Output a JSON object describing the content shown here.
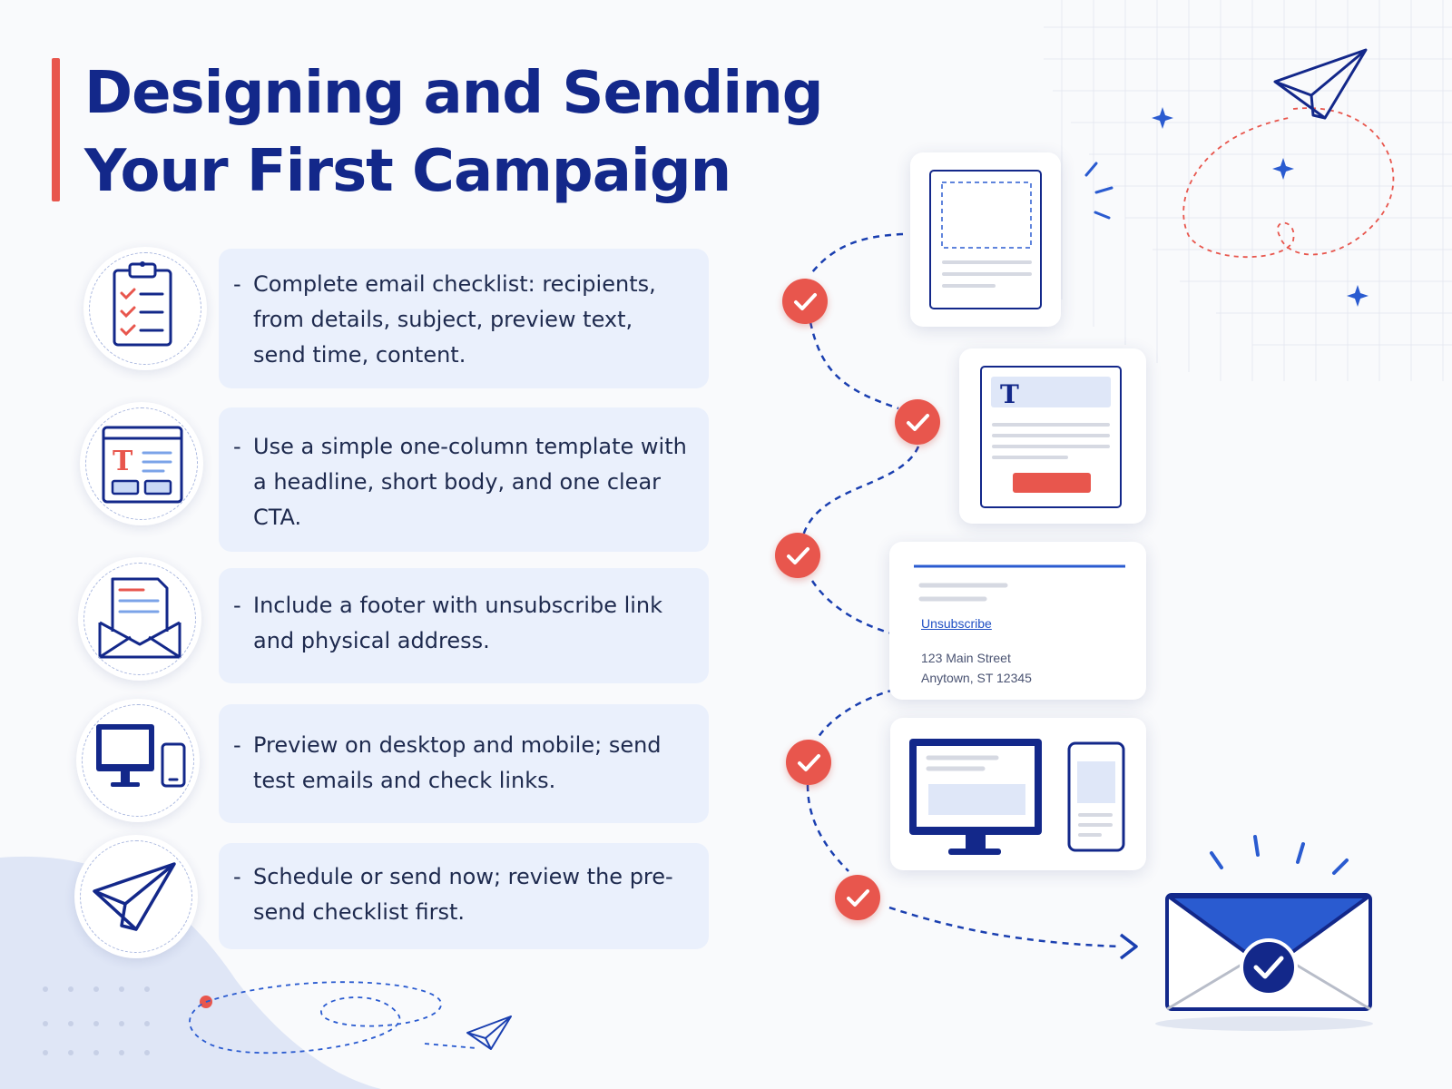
{
  "title": {
    "line1": "Designing and Sending",
    "line2": "Your First Campaign"
  },
  "steps": [
    {
      "icon": "checklist-clipboard-icon",
      "text": "Complete email checklist: recipients, from details, subject, preview text, send time, content."
    },
    {
      "icon": "email-template-icon",
      "text": "Use a simple one-column template with a headline, short body, and one clear CTA."
    },
    {
      "icon": "envelope-letter-icon",
      "text": "Include a footer with unsubscribe link and physical address."
    },
    {
      "icon": "desktop-mobile-icon",
      "text": "Preview on desktop and mobile; send test emails and check links."
    },
    {
      "icon": "paper-plane-icon",
      "text": "Schedule or send now; review the pre-send checklist first."
    }
  ],
  "dash": "-",
  "footer_card": {
    "unsubscribe": "Unsubscribe",
    "address_line1": "123 Main Street",
    "address_line2": "Anytown, ST 12345"
  },
  "template_letter": "T",
  "colors": {
    "navy": "#13288a",
    "blue": "#1f4fc4",
    "accent_red": "#e8564d",
    "step_bg": "#eaf0fc"
  }
}
